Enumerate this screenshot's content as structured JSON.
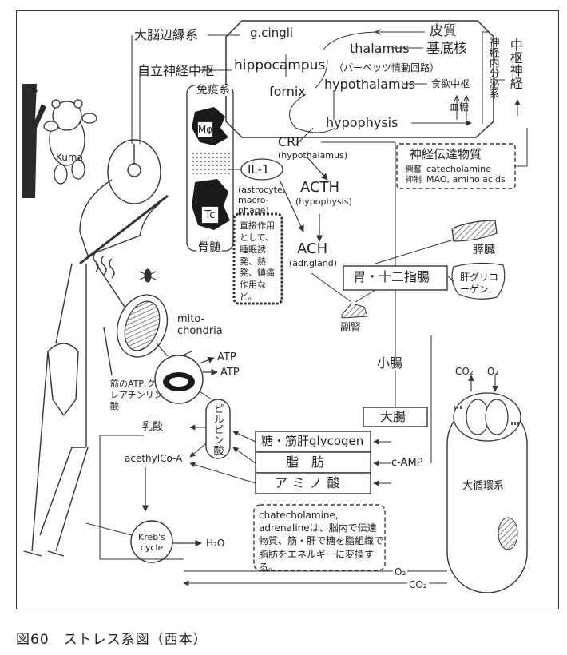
{
  "figure": {
    "caption": "図60　ストレス系図（西本）"
  },
  "brain": {
    "limbic_label": "大脳辺縁系",
    "autonomic_label": "自立神経中枢",
    "g_cingli": "g.cingli",
    "cortex": "皮質",
    "thalamus": "thalamus",
    "basal_ganglia": "基底核",
    "hippocampus": "hippocampus",
    "papez": "（パーペッツ情動回路）",
    "fornix": "fornix",
    "hypothalamus": "hypothalamus",
    "appetite_center": "食欲中枢",
    "blood_sugar": "血糖",
    "hypophysis": "hypophysis",
    "endocrine": "神経内分泌系",
    "cns": "中枢神経"
  },
  "immune": {
    "label": "免疫系",
    "m_cell": "Mφ",
    "il1": "IL-1",
    "tc_cell": "Tc",
    "marrow": "骨髄",
    "source_note": "(astrocyte, macro-phage)",
    "direct_note": "直接作用として、睡眠誘発、熱発、鎮痛作用など。"
  },
  "hormones": {
    "crf": "CRF",
    "crf_src": "(hypothalamus)",
    "acth": "ACTH",
    "acth_src": "(hypophysis)",
    "ach": "ACH",
    "ach_src": "(adr.gland)"
  },
  "neurotransmitter": {
    "title": "神経伝達物質",
    "excite": "興奮",
    "excite_val": "catecholamine",
    "inhibit": "抑制",
    "inhibit_val": "MAO, amino acids"
  },
  "organs": {
    "pancreas": "膵臓",
    "liver_glycogen": "肝グリコーゲン",
    "stomach_duodenum": "胃・十二指腸",
    "adrenal": "副腎",
    "small_intestine": "小腸",
    "large_intestine": "大腸",
    "circulation": "大循環系",
    "co2": "CO₂",
    "o2": "O₂"
  },
  "metabolism": {
    "kuma": "Kuma",
    "mitochondria": "mito-chondria",
    "atp1": "ATP",
    "atp2": "ATP",
    "muscle_atp": "筋のATP,クレアチンリン酸",
    "pyruvate": "ピルビン酸",
    "lactate": "乳酸",
    "acetyl": "acethylCo-A",
    "glycogen": "糖・筋肝glycogen",
    "fat": "脂　肪",
    "amino": "アミノ酸",
    "camp": "c-AMP",
    "kreb": "Kreb's cycle",
    "h2o": "H₂O",
    "o2_line": "O₂",
    "co2_line": "CO₂",
    "catechol_note": "chatecholamine, adrenalineは、脳内で伝達物質、筋・肝で糖を脂組織で脂肪をエネルギーに変換する。"
  }
}
